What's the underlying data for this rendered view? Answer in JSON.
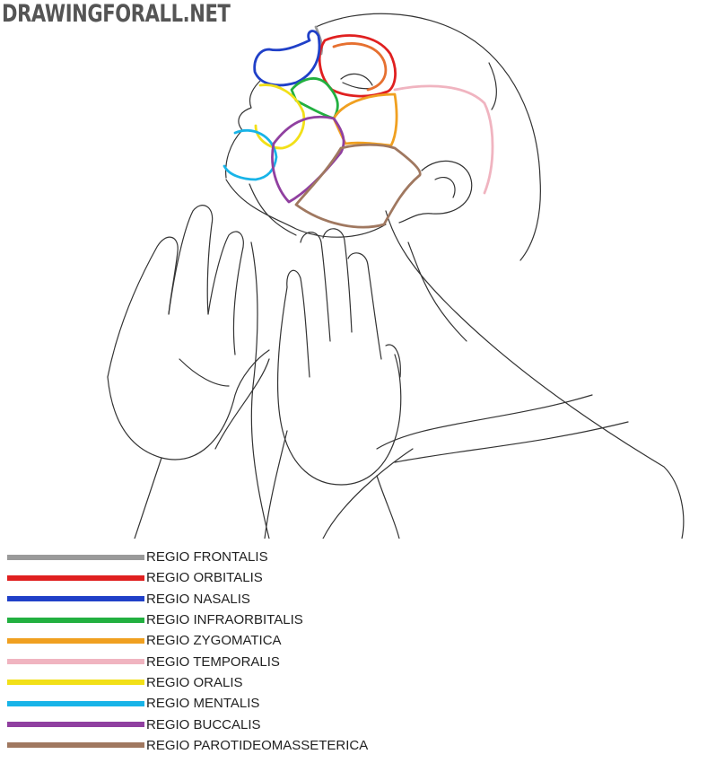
{
  "watermark": "DRAWINGFORALL.NET",
  "legend": [
    {
      "label": "REGIO FRONTALIS",
      "color": "#9a9a9a"
    },
    {
      "label": "REGIO ORBITALIS",
      "color": "#e02020"
    },
    {
      "label": "REGIO NASALIS",
      "color": "#2040c8"
    },
    {
      "label": "REGIO INFRAORBITALIS",
      "color": "#22b040"
    },
    {
      "label": "REGIO ZYGOMATICA",
      "color": "#f0a020"
    },
    {
      "label": "REGIO TEMPORALIS",
      "color": "#f0b4c0"
    },
    {
      "label": "REGIO ORALIS",
      "color": "#f2e018"
    },
    {
      "label": "REGIO MENTALIS",
      "color": "#18b4e8"
    },
    {
      "label": "REGIO BUCCALIS",
      "color": "#9040a0"
    },
    {
      "label": "REGIO PAROTIDEOMASSETERICA",
      "color": "#a07860"
    }
  ]
}
